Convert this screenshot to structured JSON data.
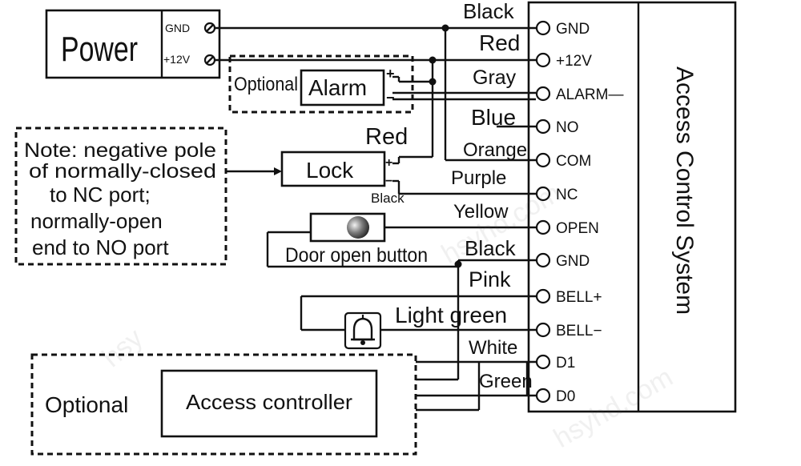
{
  "power": {
    "label": "Power",
    "gnd": "GND",
    "v12": "+12V"
  },
  "alarm": {
    "optional": "Optional",
    "label": "Alarm",
    "plus": "+",
    "minus": "−"
  },
  "lock": {
    "label": "Lock",
    "plus": "+",
    "minus": "−",
    "wire_red": "Red",
    "wire_black": "Black"
  },
  "note": {
    "lines": [
      "Note: negative pole",
      "of normally-closed",
      "to NC port;",
      "normally-open",
      "end to NO port"
    ]
  },
  "door_button": {
    "label": "Door open button"
  },
  "controller": {
    "optional": "Optional",
    "label": "Access controller"
  },
  "system": {
    "label": "Access Control System"
  },
  "terminals": [
    {
      "pin": "GND",
      "wire": "Black"
    },
    {
      "pin": "+12V",
      "wire": "Red"
    },
    {
      "pin": "ALARM—",
      "wire": "Gray"
    },
    {
      "pin": "NO",
      "wire": "Blue"
    },
    {
      "pin": "COM",
      "wire": "Orange"
    },
    {
      "pin": "NC",
      "wire": "Purple"
    },
    {
      "pin": "OPEN",
      "wire": "Yellow"
    },
    {
      "pin": "GND",
      "wire": "Black"
    },
    {
      "pin": "BELL+",
      "wire": "Pink"
    },
    {
      "pin": "BELL−",
      "wire": "Light green"
    },
    {
      "pin": "D1",
      "wire": "White"
    },
    {
      "pin": "D0",
      "wire": "Green"
    }
  ],
  "watermarks": [
    "hsy",
    "hsyhd.com"
  ]
}
